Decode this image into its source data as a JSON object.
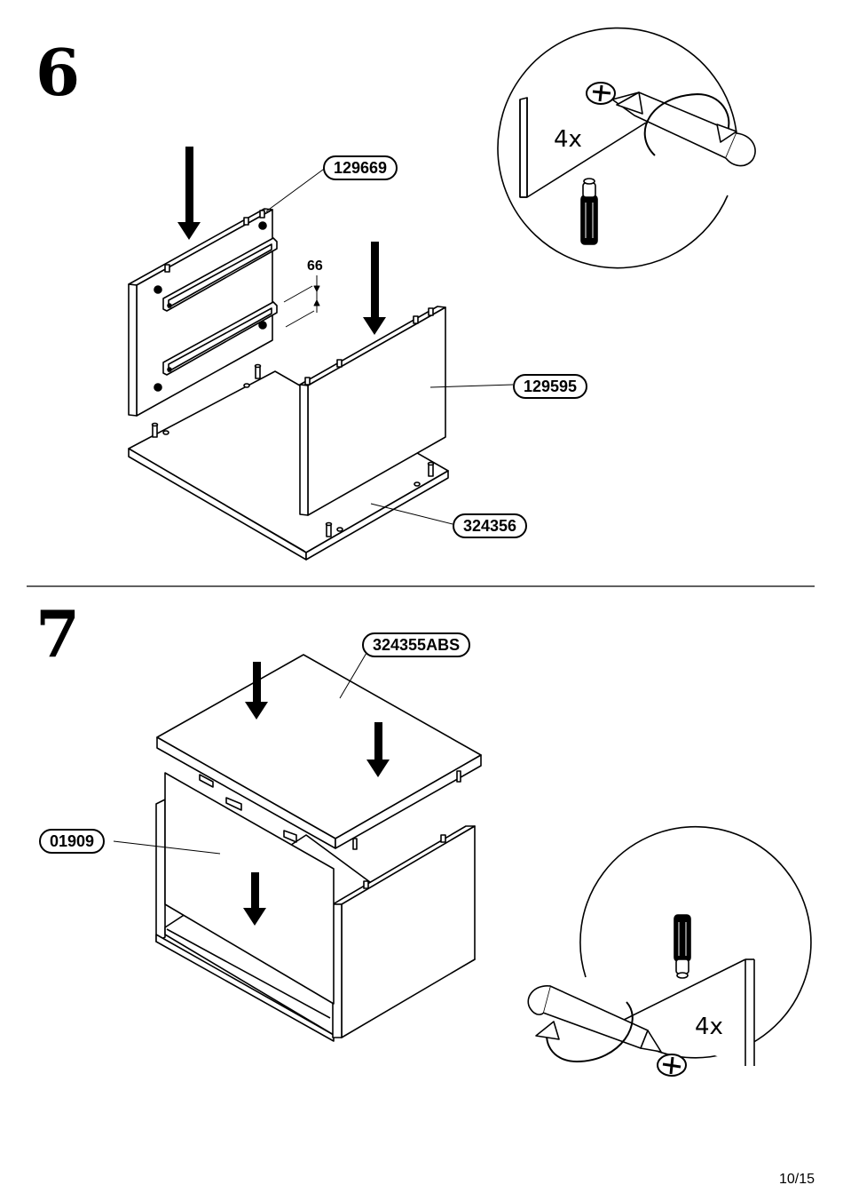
{
  "steps": [
    {
      "number": "6",
      "parts": {
        "side_panel": "129669",
        "front_panel": "129595",
        "base_panel": "324356"
      },
      "dimension": "66",
      "detail_count": "4x"
    },
    {
      "number": "7",
      "parts": {
        "top_panel": "324355ABS",
        "back_panel": "01909"
      },
      "detail_count": "4x"
    }
  ],
  "page": {
    "number": "10/15"
  }
}
